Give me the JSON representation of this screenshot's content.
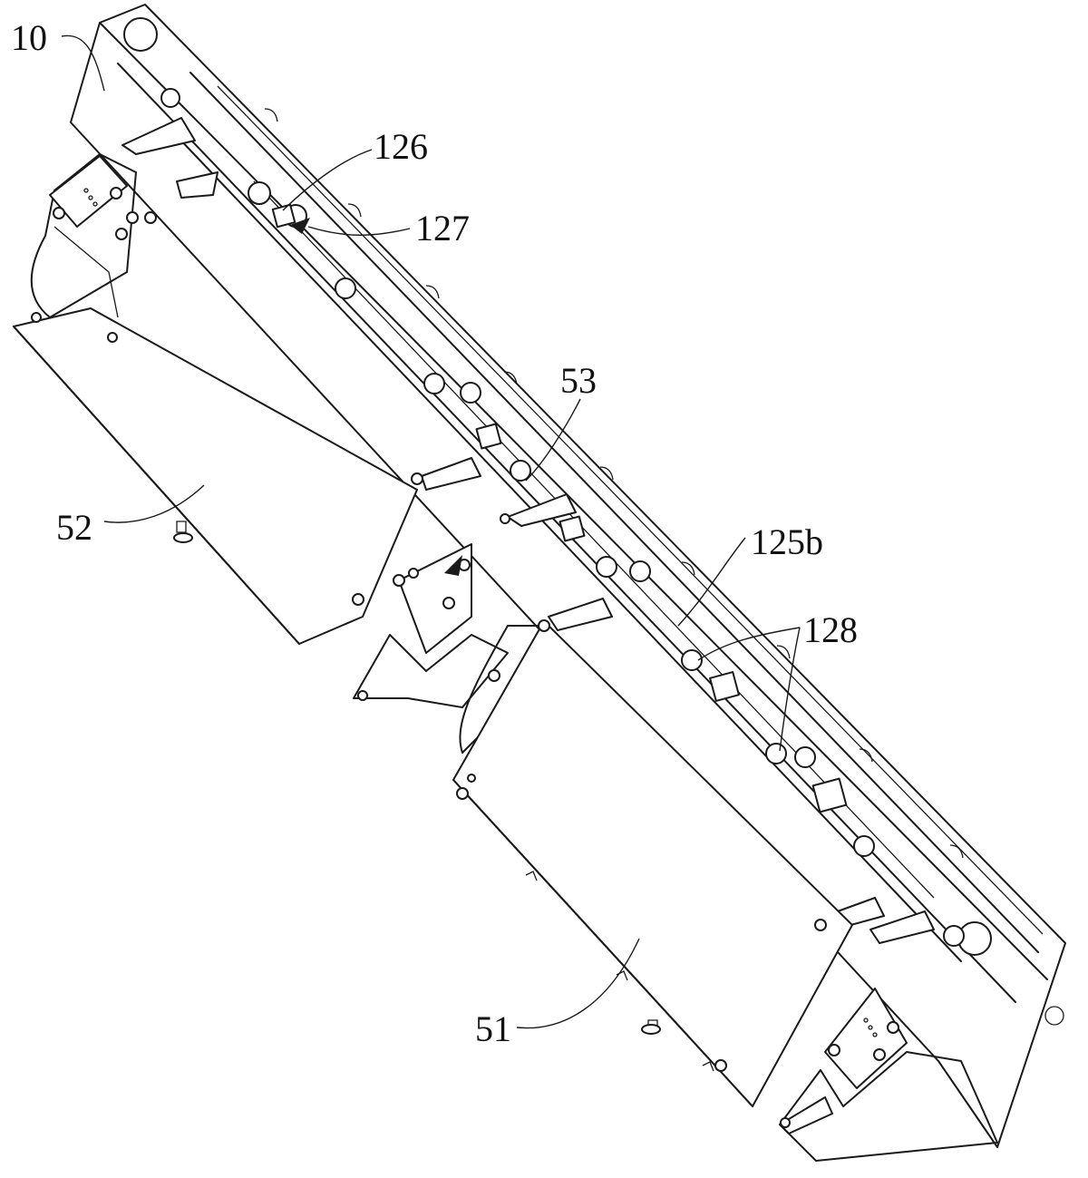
{
  "figure": {
    "reference_labels": [
      "10",
      "126",
      "127",
      "53",
      "52",
      "125b",
      "128",
      "51"
    ]
  }
}
